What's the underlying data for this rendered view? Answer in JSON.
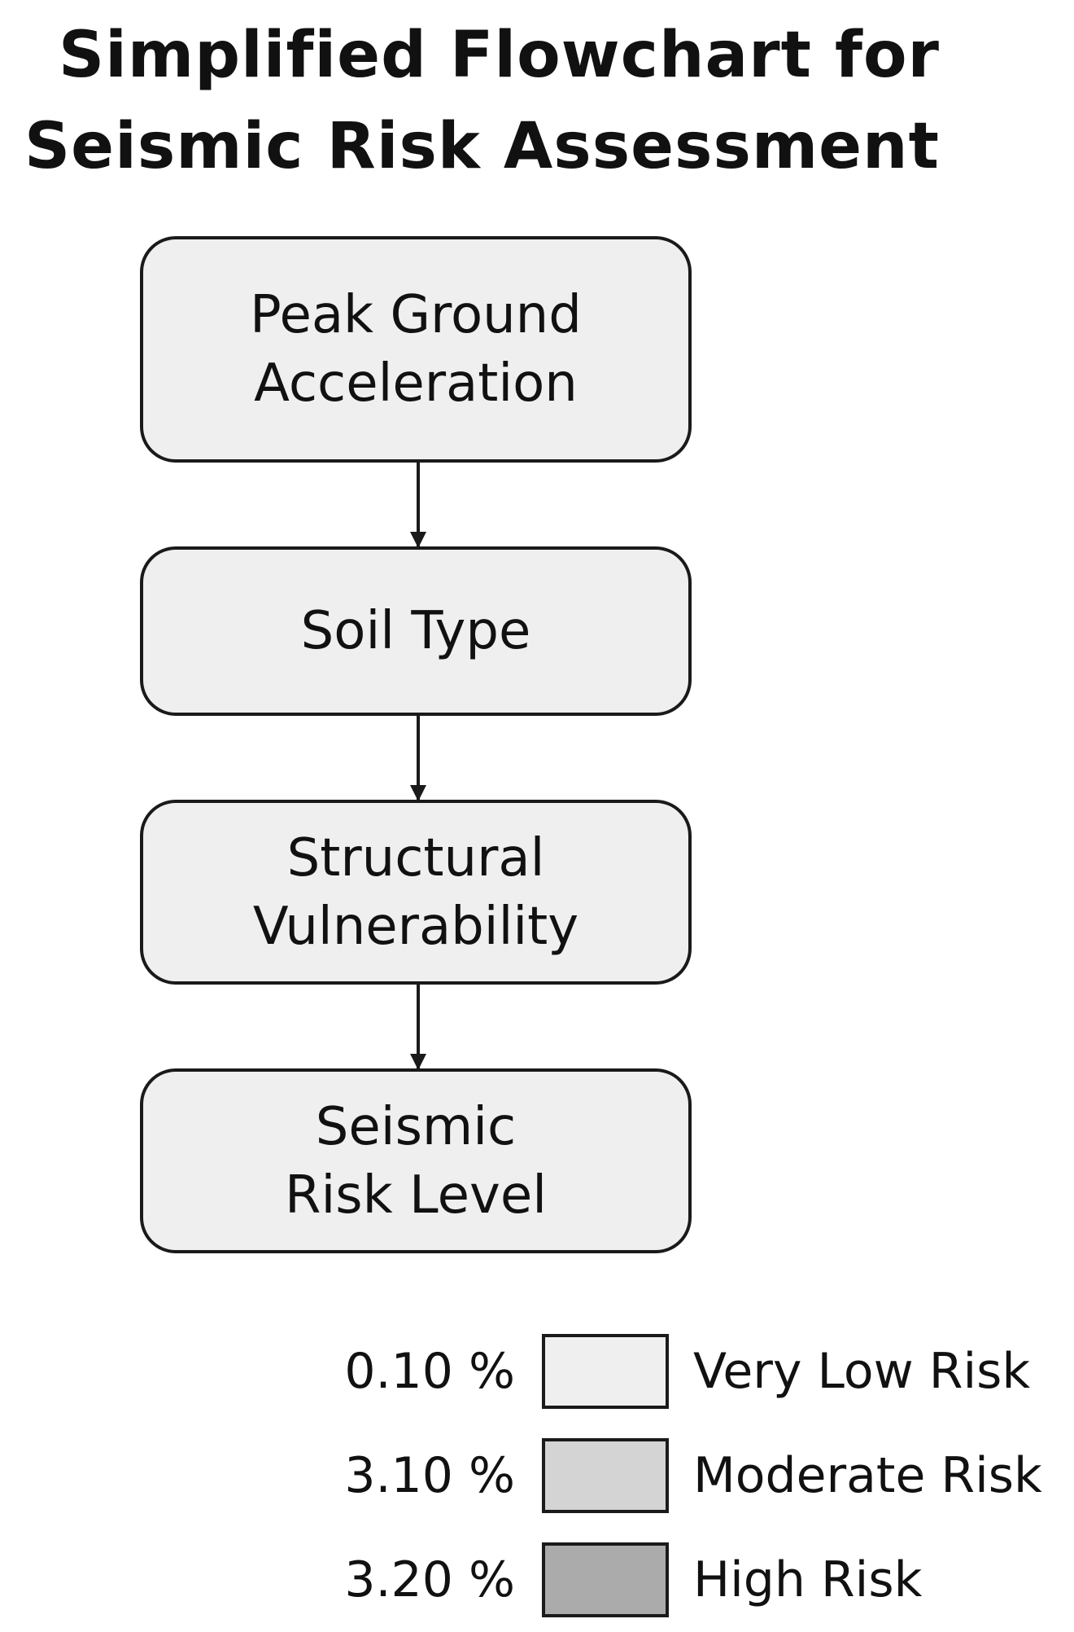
{
  "title": {
    "line1": "Simplified Flowchart for",
    "line2": "Seismic Risk Assessment"
  },
  "flow": {
    "nodes": [
      {
        "lines": [
          "Peak Ground",
          "Acceleration"
        ]
      },
      {
        "lines": [
          "Soil Type"
        ]
      },
      {
        "lines": [
          "Structural",
          "Vulnerability"
        ]
      },
      {
        "lines": [
          "Seismic",
          "Risk Level"
        ]
      }
    ],
    "edges": [
      {
        "from": 0,
        "to": 1
      },
      {
        "from": 1,
        "to": 2
      },
      {
        "from": 2,
        "to": 3
      }
    ],
    "node_fill": "#efefef",
    "stroke_color": "#1a1a1a"
  },
  "legend": {
    "items": [
      {
        "value": "0.10 %",
        "label": "Very Low Risk",
        "color": "#efefef"
      },
      {
        "value": "3.10 %",
        "label": "Moderate Risk",
        "color": "#d4d4d4"
      },
      {
        "value": "3.20 %",
        "label": "High Risk",
        "color": "#ababab"
      }
    ]
  }
}
